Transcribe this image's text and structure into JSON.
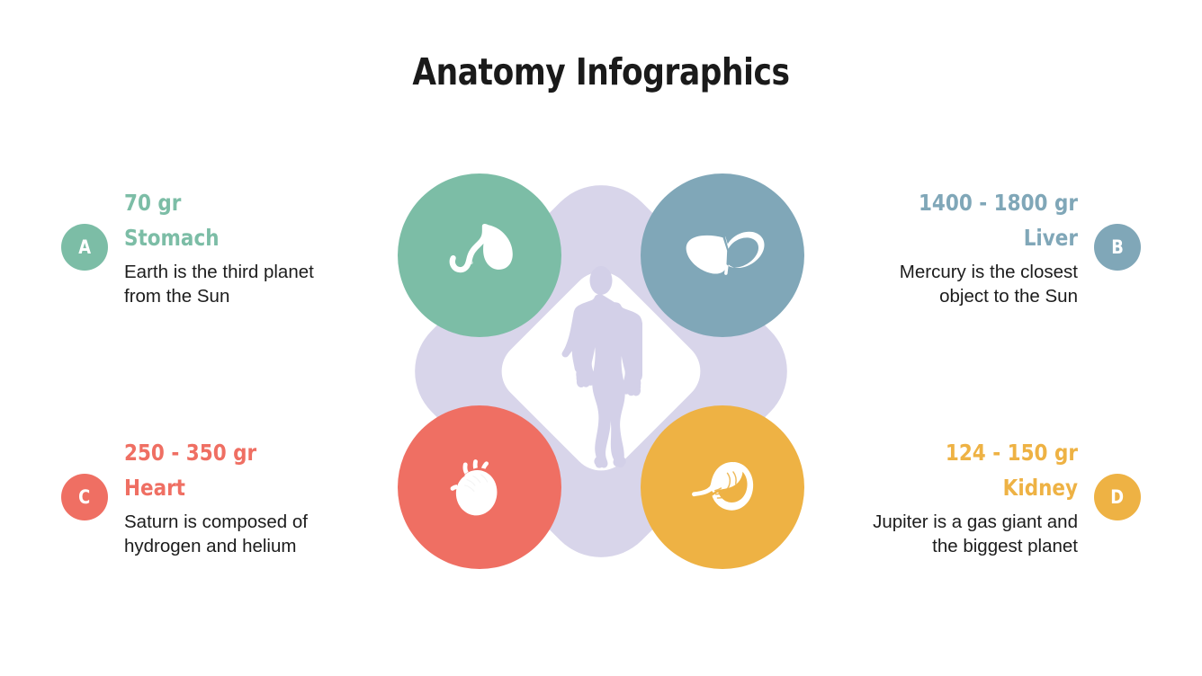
{
  "page": {
    "title": "Anatomy Infographics",
    "background_color": "#ffffff"
  },
  "theme": {
    "lavender": "#d8d5ea",
    "body_text": "#1c1c1c",
    "white": "#ffffff"
  },
  "center_graphic": {
    "name": "anatomy-diamond-diagram",
    "figure": "human-body-silhouette",
    "backdrop_shape": "rounded-diamond",
    "backdrop_color": "#d8d5ea",
    "inner_shape_color": "#ffffff"
  },
  "items": [
    {
      "key": "A",
      "badge_letter": "A",
      "amount": "70 gr",
      "organ": "Stomach",
      "description": "Earth is the third planet from the Sun",
      "color": "#7cbda6",
      "icon": "stomach-icon",
      "align": "left",
      "position": "top-left"
    },
    {
      "key": "B",
      "badge_letter": "B",
      "amount": "1400 - 1800 gr",
      "organ": "Liver",
      "description": "Mercury is the closest object to the Sun",
      "color": "#80a7b8",
      "icon": "liver-icon",
      "align": "right",
      "position": "top-right"
    },
    {
      "key": "C",
      "badge_letter": "C",
      "amount": "250 - 350 gr",
      "organ": "Heart",
      "description": "Saturn is composed of hydrogen and helium",
      "color": "#ef6f63",
      "icon": "heart-icon",
      "align": "left",
      "position": "bottom-left"
    },
    {
      "key": "D",
      "badge_letter": "D",
      "amount": "124 - 150 gr",
      "organ": "Kidney",
      "description": "Jupiter is a gas giant and the biggest planet",
      "color": "#eeb244",
      "icon": "kidney-icon",
      "align": "right",
      "position": "bottom-right"
    }
  ]
}
